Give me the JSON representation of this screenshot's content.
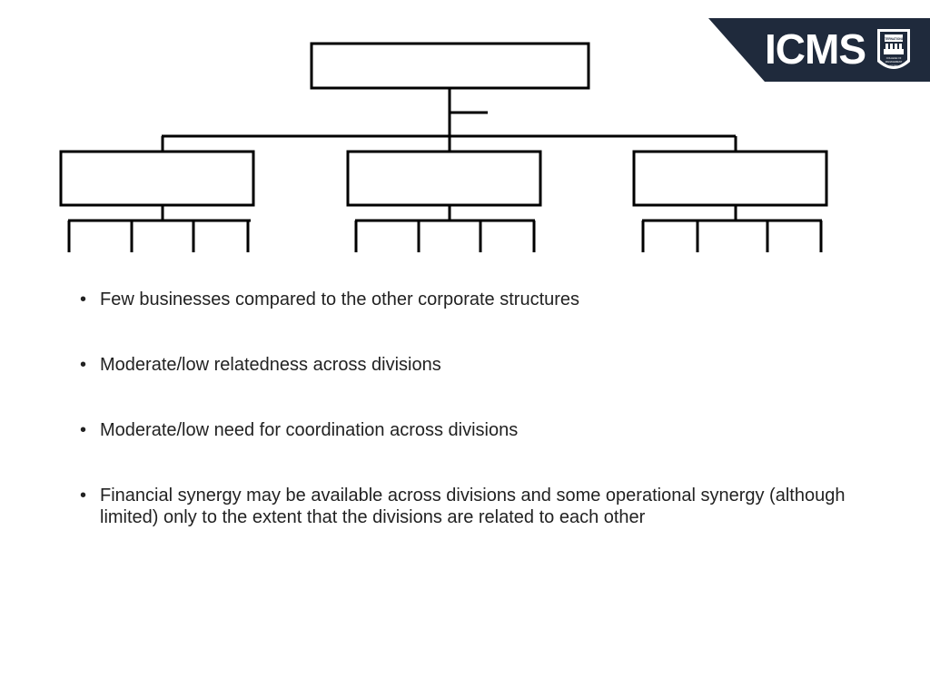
{
  "logo": {
    "text": "ICMS",
    "crest_lines": [
      "INTERNATIONAL",
      "COLLEGE OF",
      "MANAGEMENT",
      "SYDNEY"
    ],
    "colors": {
      "background": "#1f2a3c",
      "text": "#ffffff"
    }
  },
  "org_chart": {
    "top_box_label": "",
    "division_labels": [
      "",
      "",
      ""
    ],
    "colors": {
      "stroke": "#000000",
      "fill": "#ffffff"
    }
  },
  "bullets": [
    {
      "text": "Few businesses compared to the other corporate structures"
    },
    {
      "text": "Moderate/low relatedness across divisions"
    },
    {
      "text": "Moderate/low need for coordination across divisions"
    },
    {
      "text": "Financial synergy may be available across divisions and some operational synergy (although limited) only to the extent that the divisions are related to each other"
    }
  ],
  "bullet_glyph": "•"
}
